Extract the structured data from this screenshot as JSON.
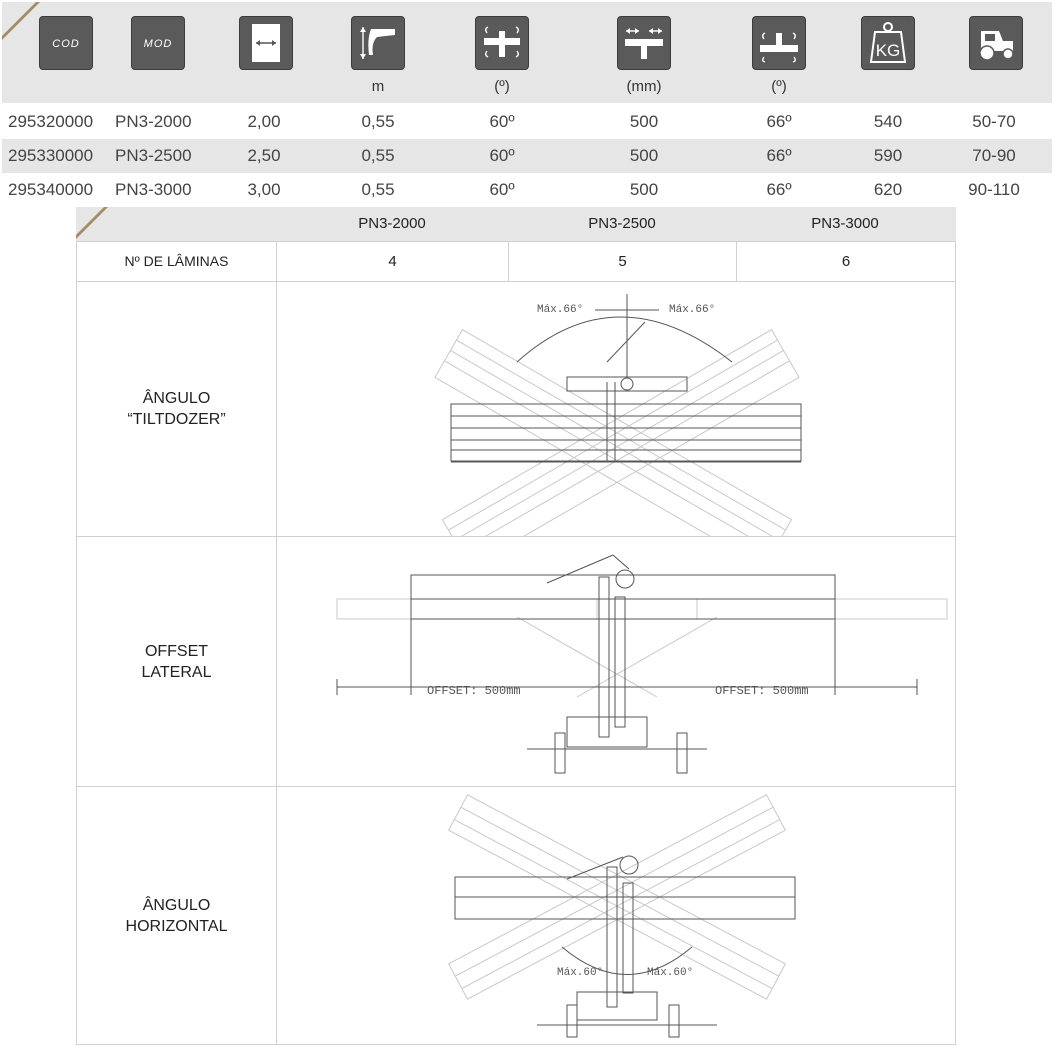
{
  "spec_table": {
    "icons": [
      "cod-icon",
      "mod-icon",
      "width-icon",
      "blade-height-icon",
      "tilt-angle-icon",
      "offset-icon",
      "horizontal-angle-icon",
      "weight-kg-icon",
      "tractor-icon"
    ],
    "icon_labels": {
      "cod": "COD",
      "mod": "MOD",
      "kg": "KG"
    },
    "units": [
      "",
      "",
      "",
      "m",
      "(º)",
      "(mm)",
      "(º)",
      "",
      ""
    ],
    "rows": [
      [
        "295320000",
        "PN3-2000",
        "2,00",
        "0,55",
        "60º",
        "500",
        "66º",
        "540",
        "50-70"
      ],
      [
        "295330000",
        "PN3-2500",
        "2,50",
        "0,55",
        "60º",
        "500",
        "66º",
        "590",
        "70-90"
      ],
      [
        "295340000",
        "PN3-3000",
        "3,00",
        "0,55",
        "60º",
        "500",
        "66º",
        "620",
        "90-110"
      ]
    ]
  },
  "feature_table": {
    "models": [
      "PN3-2000",
      "PN3-2500",
      "PN3-3000"
    ],
    "blades_label": "Nº DE LÂMINAS",
    "blades_values": [
      "4",
      "5",
      "6"
    ],
    "tilt": {
      "label_line1": "ÂNGULO",
      "label_line2": "“TILTDOZER”",
      "annotation_left": "Máx.66°",
      "annotation_right": "Máx.66°"
    },
    "offset": {
      "label_line1": "OFFSET",
      "label_line2": "LATERAL",
      "annotation_left": "OFFSET: 500mm",
      "annotation_right": "OFFSET: 500mm"
    },
    "horizontal": {
      "label_line1": "ÂNGULO",
      "label_line2": "HORIZONTAL",
      "annotation_left": "Máx.60°",
      "annotation_right": "Máx.60°"
    }
  },
  "colors": {
    "header_bg": "#e6e6e6",
    "accent": "#a58b6a",
    "icon_bg": "#5a5a5a",
    "border": "#d0d0d0"
  }
}
